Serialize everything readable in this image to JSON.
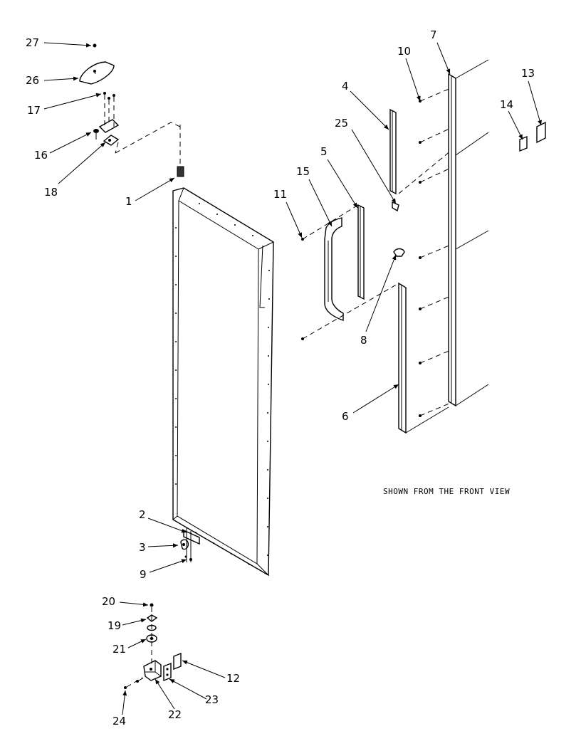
{
  "caption": "SHOWN FROM THE FRONT VIEW",
  "callouts": [
    "1",
    "2",
    "3",
    "4",
    "5",
    "6",
    "7",
    "8",
    "9",
    "10",
    "11",
    "12",
    "13",
    "14",
    "15",
    "16",
    "17",
    "18",
    "19",
    "20",
    "21",
    "22",
    "23",
    "24",
    "25",
    "26",
    "27"
  ],
  "colors": {
    "ink": "#000000",
    "paper": "#ffffff"
  }
}
